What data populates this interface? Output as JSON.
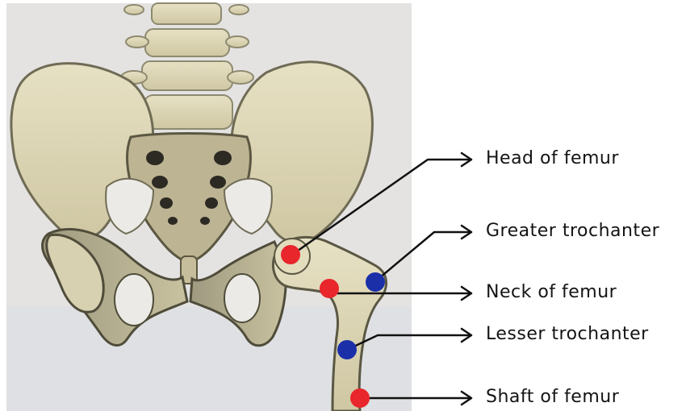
{
  "labels": {
    "head_of_femur": "Head of femur",
    "greater_trochanter": "Greater trochanter",
    "neck_of_femur": "Neck of femur",
    "lesser_trochanter": "Lesser trochanter",
    "shaft_of_femur": "Shaft of femur"
  },
  "marker_colors": {
    "red": "#e8262c",
    "blue": "#1a2fa8"
  }
}
